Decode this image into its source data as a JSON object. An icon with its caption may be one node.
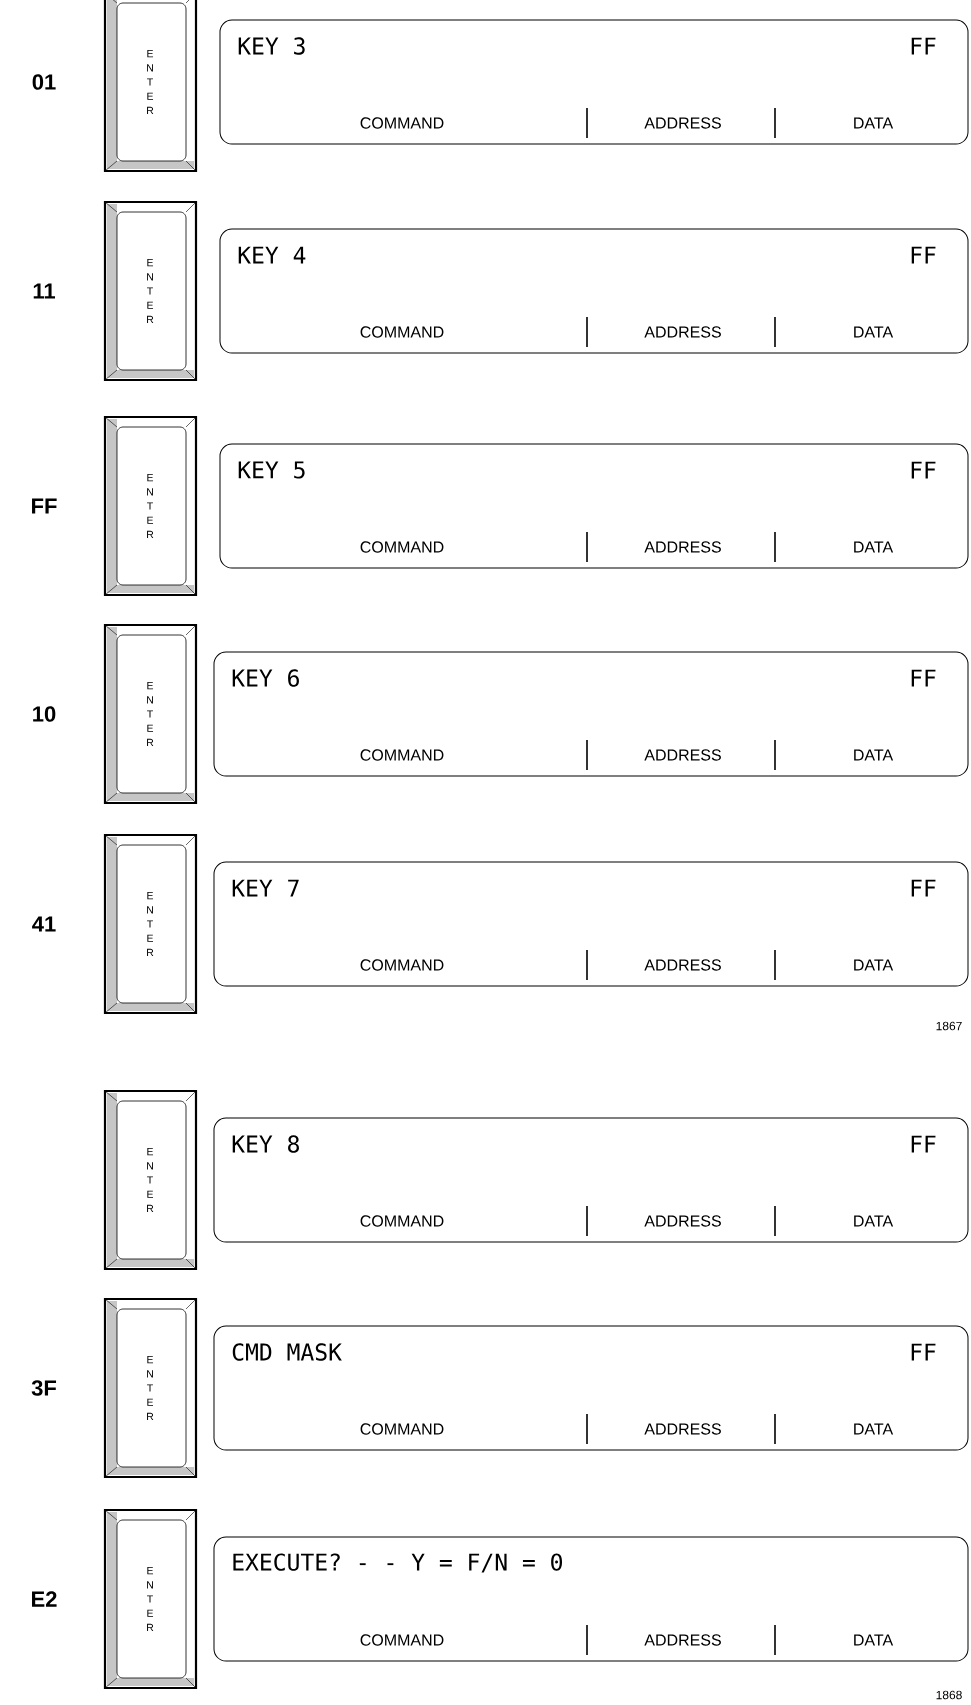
{
  "diagram": {
    "nodes": [
      {
        "text": [
          "ENTER"
        ],
        "beside": [
          "01"
        ]
      },
      {
        "text": [
          "KEY 3",
          "FF",
          "COMMAND",
          "ADDRESS",
          "DATA"
        ]
      },
      {
        "text": [
          "ENTER"
        ],
        "beside": [
          "11"
        ]
      },
      {
        "text": [
          "KEY 4",
          "FF",
          "COMMAND",
          "ADDRESS",
          "DATA"
        ]
      },
      {
        "text": [
          "ENTER"
        ],
        "beside": [
          "FF"
        ]
      },
      {
        "text": [
          "KEY 5",
          "FF",
          "COMMAND",
          "ADDRESS",
          "DATA"
        ]
      },
      {
        "text": [
          "ENTER"
        ],
        "beside": [
          "10"
        ]
      },
      {
        "text": [
          "KEY 6",
          "FF",
          "COMMAND",
          "ADDRESS",
          "DATA"
        ]
      },
      {
        "text": [
          "ENTER"
        ],
        "beside": [
          "41"
        ]
      },
      {
        "text": [
          "KEY 7",
          "FF",
          "COMMAND",
          "ADDRESS",
          "DATA"
        ]
      },
      {
        "text": [
          "ENTER"
        ]
      },
      {
        "text": [
          "KEY 8",
          "FF",
          "COMMAND",
          "ADDRESS",
          "DATA"
        ]
      },
      {
        "text": [
          "ENTER"
        ],
        "beside": [
          "3F"
        ]
      },
      {
        "text": [
          "CMD MASK",
          "FF",
          "COMMAND",
          "ADDRESS",
          "DATA"
        ]
      },
      {
        "text": [
          "ENTER"
        ],
        "beside": [
          "E2"
        ]
      },
      {
        "text": [
          "EXECUTE? - - Y = F/N = 0",
          "COMMAND",
          "ADDRESS",
          "DATA"
        ]
      }
    ],
    "labels": [
      "1867",
      "1868"
    ]
  }
}
